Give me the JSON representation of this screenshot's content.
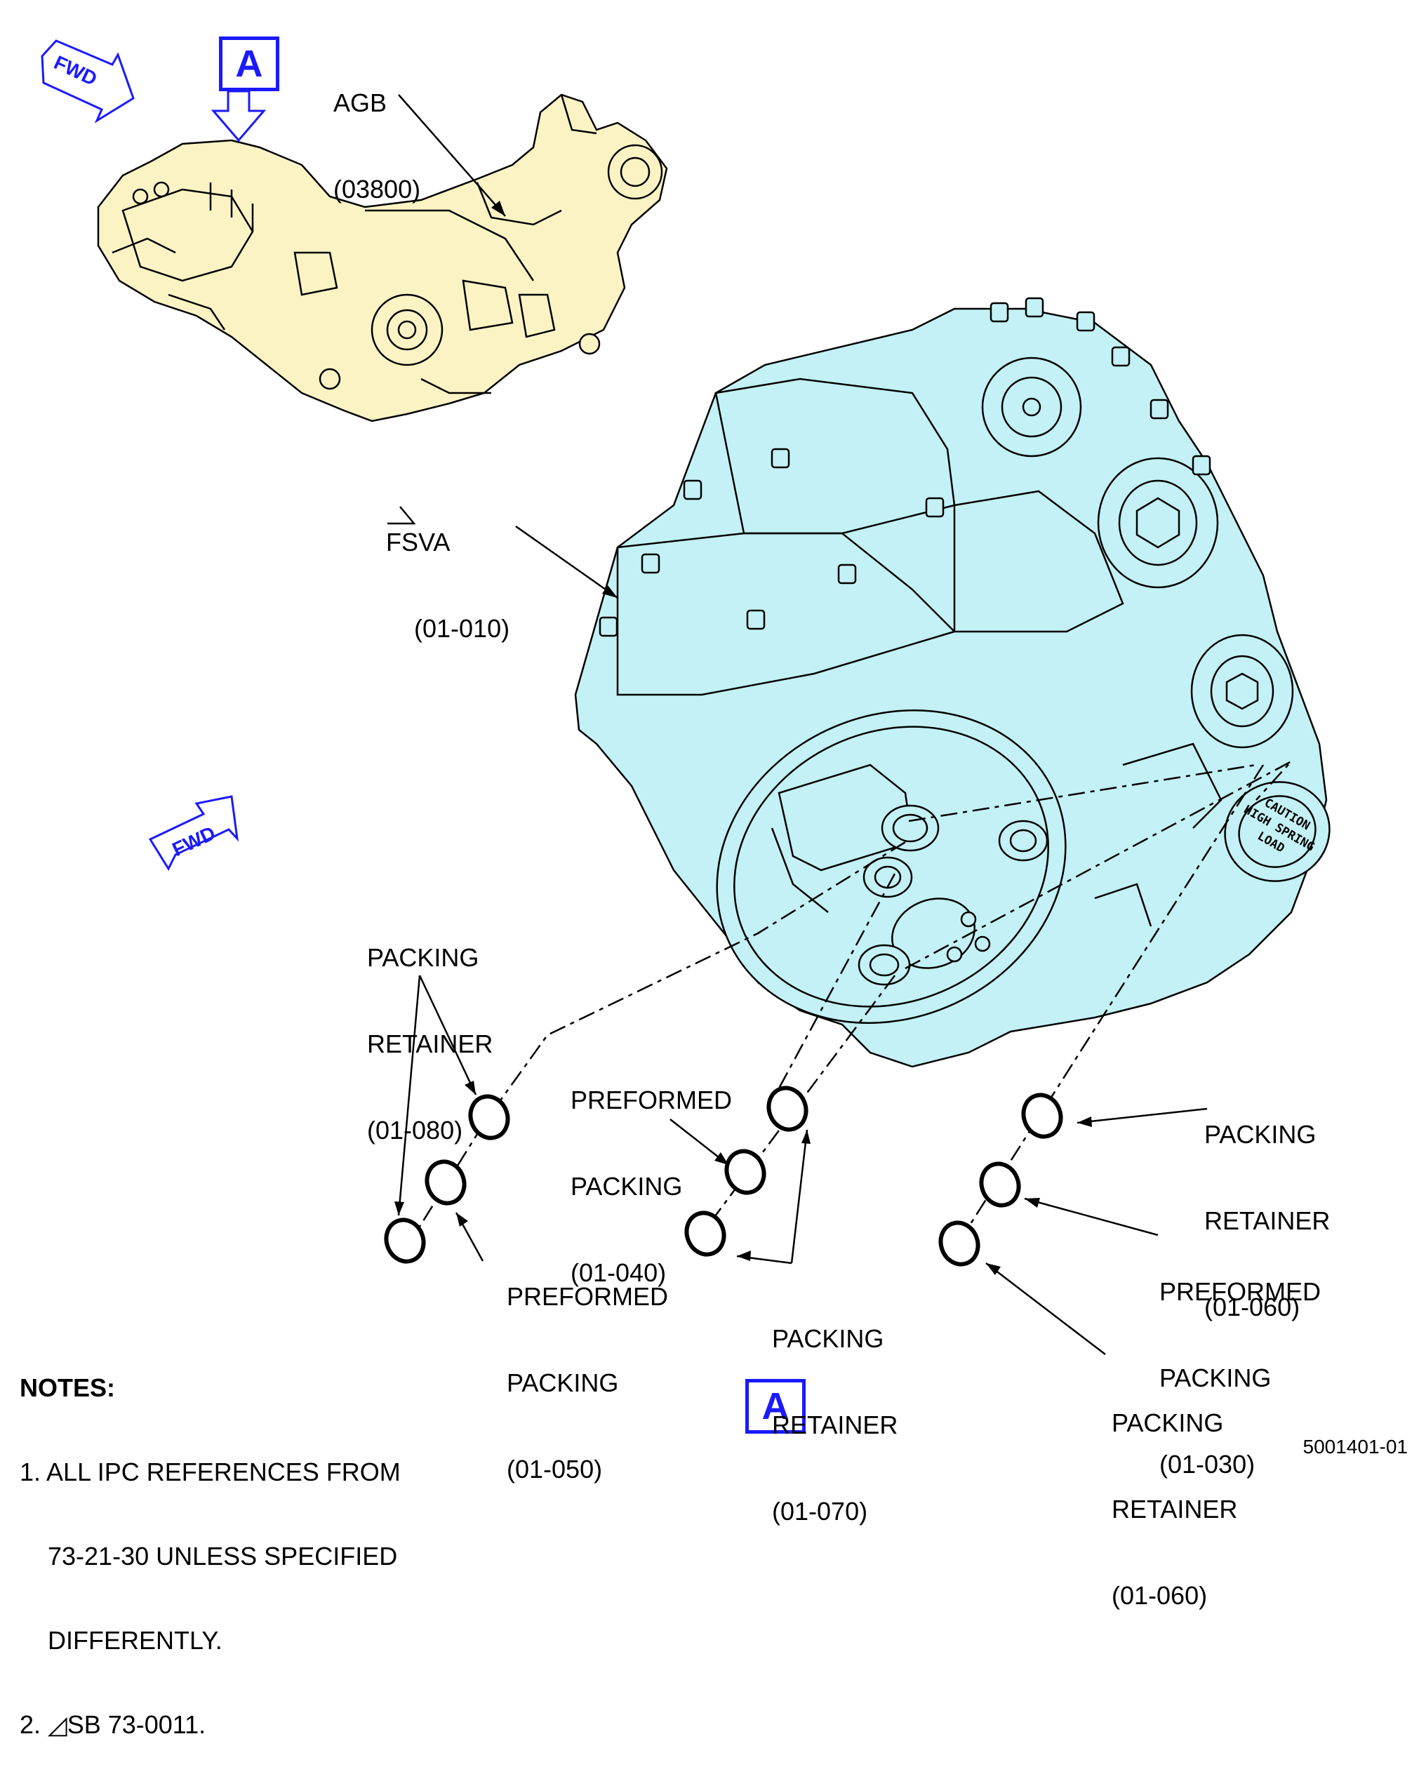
{
  "view_marker": "A",
  "fwd_label": "FWD",
  "labels": {
    "agb": [
      "AGB",
      "(03800)"
    ],
    "fsva": [
      "FSVA",
      "(01-010)"
    ],
    "pr_080": [
      "PACKING",
      "RETAINER",
      "(01-080)"
    ],
    "pp_040": [
      "PREFORMED",
      "PACKING",
      "(01-040)"
    ],
    "pr_060_top": [
      "PACKING",
      "RETAINER",
      "(01-060)"
    ],
    "pp_050": [
      "PREFORMED",
      "PACKING",
      "(01-050)"
    ],
    "pr_070": [
      "PACKING",
      "RETAINER",
      "(01-070)"
    ],
    "pp_030": [
      "PREFORMED",
      "PACKING",
      "(01-030)"
    ],
    "pr_060_bottom": [
      "PACKING",
      "RETAINER",
      "(01-060)"
    ]
  },
  "caution_text": [
    "CAUTION",
    "HIGH SPRING",
    "LOAD"
  ],
  "notes": {
    "title": "NOTES:",
    "items": [
      "1. ALL IPC REFERENCES FROM",
      "    73-21-30 UNLESS SPECIFIED",
      "    DIFFERENTLY.",
      "2. ◿SB 73-0011."
    ]
  },
  "figure_number": "5001401-01",
  "colors": {
    "agb_fill": "#fbf3c4",
    "fsva_fill": "#c3f1f5",
    "marker_blue": "#1a1aff",
    "line": "#000000"
  }
}
